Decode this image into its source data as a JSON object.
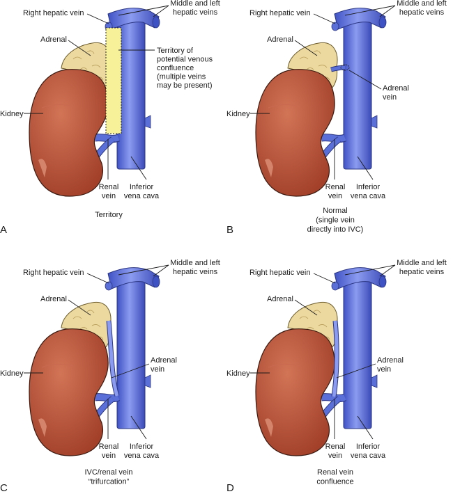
{
  "colors": {
    "kidney": "#b5502e",
    "adrenal": "#ecd9a0",
    "vein": "#5b6fd8",
    "territory": "#f7f29a"
  },
  "panels": [
    {
      "letter": "A",
      "caption": [
        "Territory"
      ],
      "labels": {
        "right_hepatic": "Right hepatic vein",
        "middle_left": [
          "Middle and left",
          "hepatic veins"
        ],
        "adrenal": "Adrenal",
        "kidney": "Kidney",
        "renal": [
          "Renal",
          "vein"
        ],
        "ivc": [
          "Inferior",
          "vena cava"
        ],
        "territory": [
          "Territory of",
          "potential venous",
          "confluence",
          "(multiple veins",
          "may be present)"
        ]
      }
    },
    {
      "letter": "B",
      "caption": [
        "Normal",
        "(single vein",
        "directly into IVC)"
      ],
      "labels": {
        "right_hepatic": "Right hepatic vein",
        "middle_left": [
          "Middle and left",
          "hepatic veins"
        ],
        "adrenal": "Adrenal",
        "kidney": "Kidney",
        "renal": [
          "Renal",
          "vein"
        ],
        "ivc": [
          "Inferior",
          "vena cava"
        ],
        "adrenal_vein": [
          "Adrenal",
          "vein"
        ]
      }
    },
    {
      "letter": "C",
      "caption": [
        "IVC/renal vein",
        "“trifurcation”"
      ],
      "labels": {
        "right_hepatic": "Right hepatic vein",
        "middle_left": [
          "Middle and left",
          "hepatic veins"
        ],
        "adrenal": "Adrenal",
        "kidney": "Kidney",
        "renal": [
          "Renal",
          "vein"
        ],
        "ivc": [
          "Inferior",
          "vena cava"
        ],
        "adrenal_vein": [
          "Adrenal",
          "vein"
        ]
      }
    },
    {
      "letter": "D",
      "caption": [
        "Renal vein",
        "confluence"
      ],
      "labels": {
        "right_hepatic": "Right hepatic vein",
        "middle_left": [
          "Middle and left",
          "hepatic veins"
        ],
        "adrenal": "Adrenal",
        "kidney": "Kidney",
        "renal": [
          "Renal",
          "vein"
        ],
        "ivc": [
          "Inferior",
          "vena cava"
        ],
        "adrenal_vein": [
          "Adrenal",
          "vein"
        ]
      }
    }
  ]
}
